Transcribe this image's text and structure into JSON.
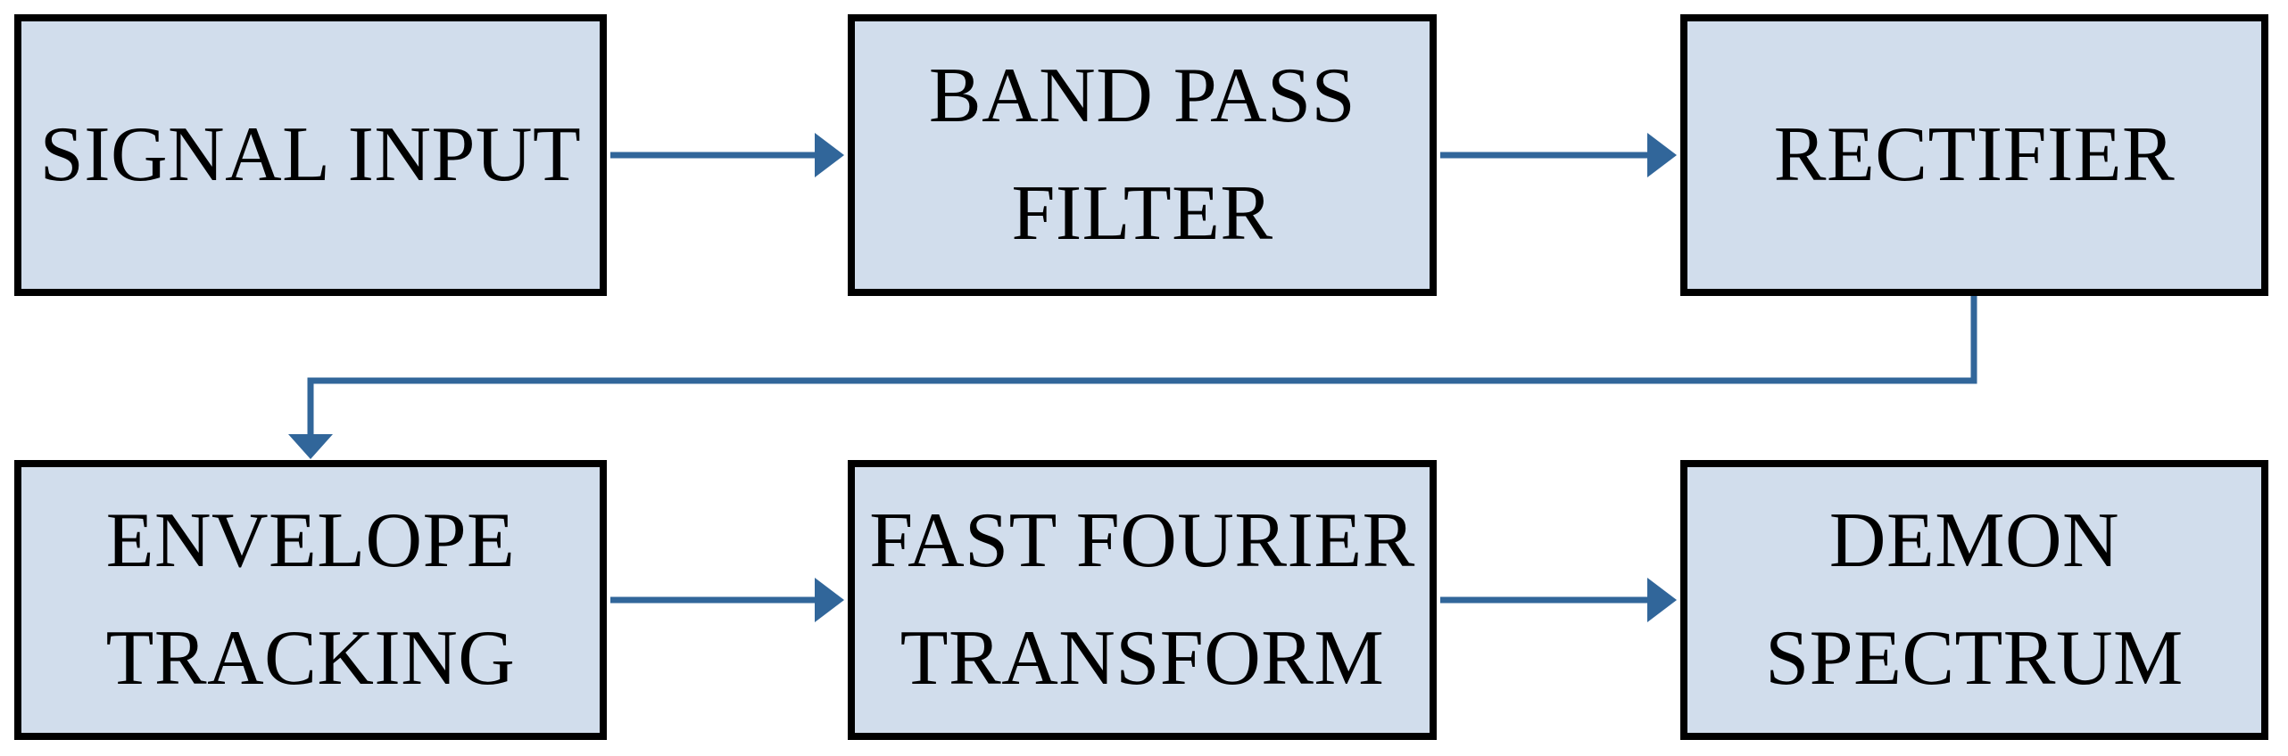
{
  "diagram": {
    "nodes": [
      {
        "id": "signal-input",
        "label": "SIGNAL INPUT"
      },
      {
        "id": "band-pass-filter",
        "label": "BAND PASS\nFILTER"
      },
      {
        "id": "rectifier",
        "label": "RECTIFIER"
      },
      {
        "id": "envelope-tracking",
        "label": "ENVELOPE\nTRACKING"
      },
      {
        "id": "fast-fourier-transform",
        "label": "FAST FOURIER\nTRANSFORM"
      },
      {
        "id": "demon-spectrum",
        "label": "DEMON\nSPECTRUM"
      }
    ],
    "edges": [
      {
        "from": "signal-input",
        "to": "band-pass-filter",
        "style": "straight-right"
      },
      {
        "from": "band-pass-filter",
        "to": "rectifier",
        "style": "straight-right"
      },
      {
        "from": "rectifier",
        "to": "envelope-tracking",
        "style": "elbow-down-left-down"
      },
      {
        "from": "envelope-tracking",
        "to": "fast-fourier-transform",
        "style": "straight-right"
      },
      {
        "from": "fast-fourier-transform",
        "to": "demon-spectrum",
        "style": "straight-right"
      }
    ]
  },
  "colors": {
    "box_fill": "#D1DDEC",
    "box_border": "#000000",
    "arrow": "#31669A",
    "text": "#000000",
    "background": "#FFFFFF"
  }
}
